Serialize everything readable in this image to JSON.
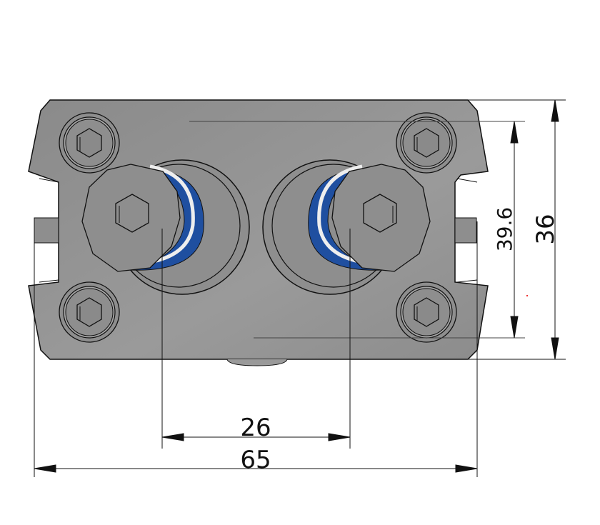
{
  "drawing": {
    "dimensions": {
      "bolt_spacing": "26",
      "overall_width": "65",
      "inner_height": "39.6",
      "overall_height": "36"
    },
    "colors": {
      "body": "#8f8f8f",
      "seal": "#1f4fa0",
      "line": "#111111"
    }
  }
}
